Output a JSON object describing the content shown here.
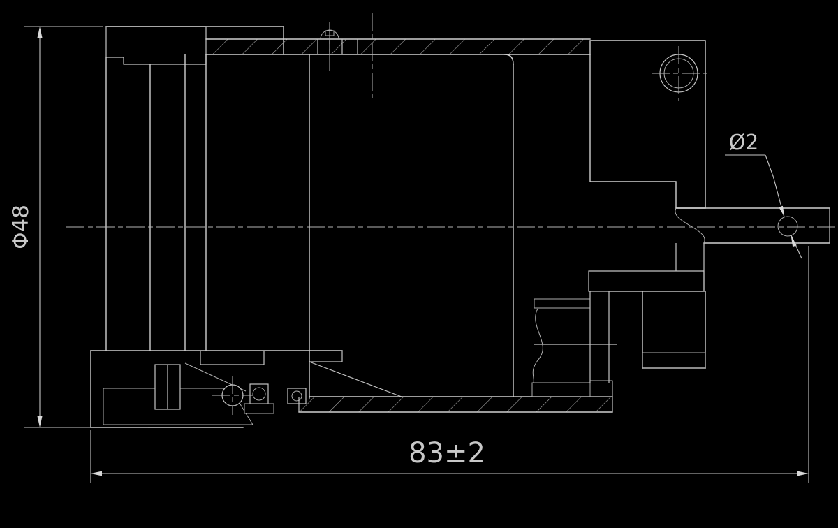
{
  "document": {
    "type": "engineering-section-drawing",
    "background_color": "#000000",
    "line_color": "#cfcfcf",
    "hatch_color": "#9d9d9d",
    "text_color": "#c8c8c8"
  },
  "dimensions": {
    "outer_diameter": {
      "label": "Φ48"
    },
    "overall_length": {
      "label": "83±2"
    },
    "orifice": {
      "label": "Ø2"
    }
  }
}
